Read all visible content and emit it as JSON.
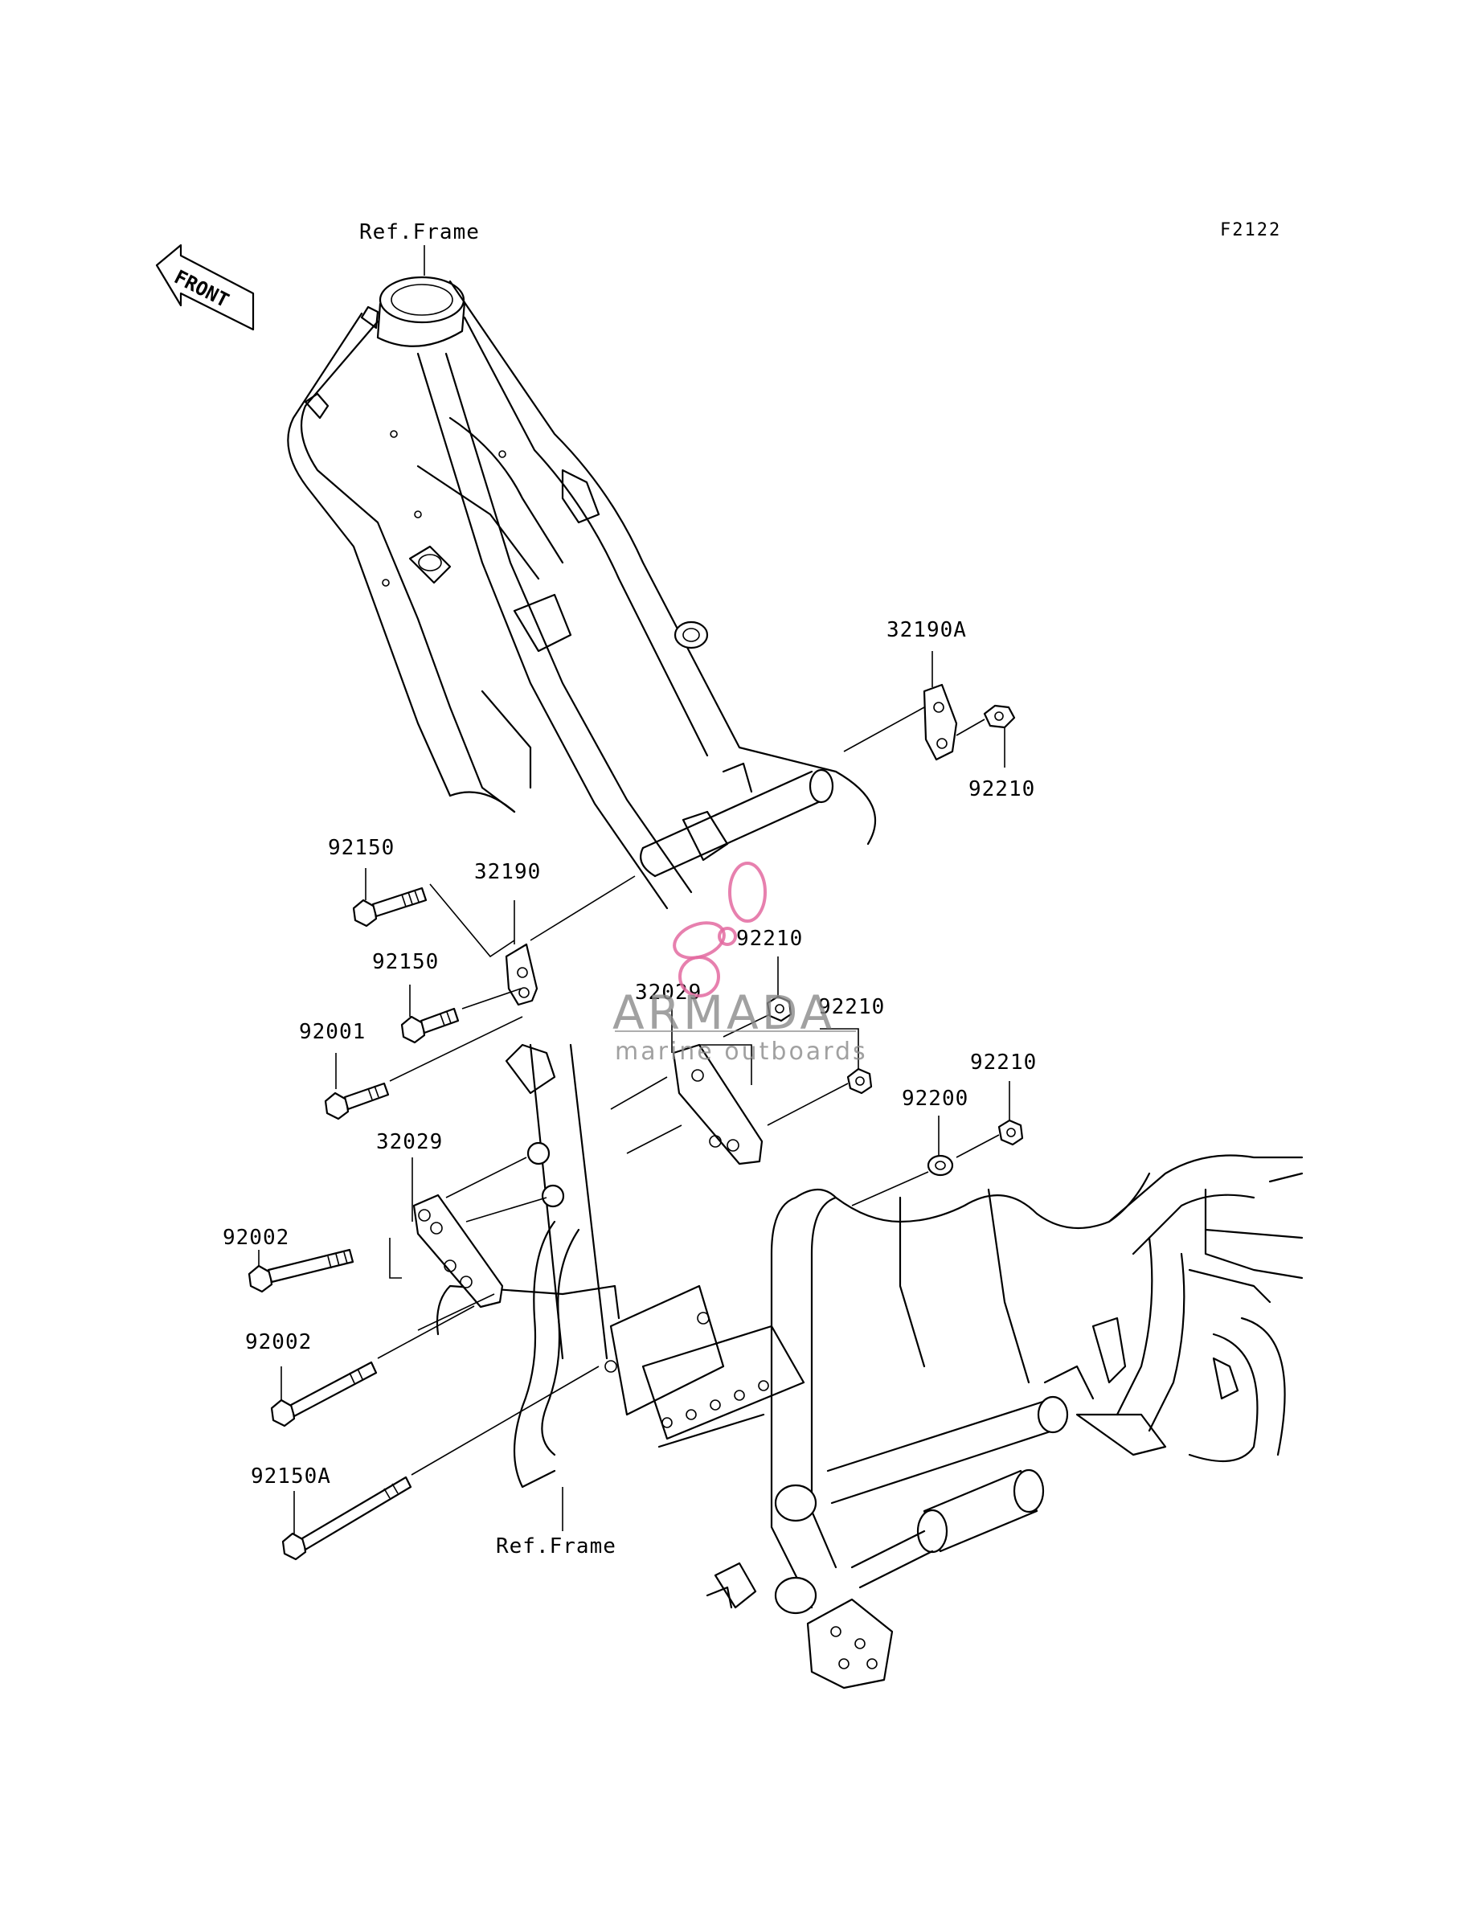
{
  "diagram_code": "F2122",
  "front_arrow_label": "FRONT",
  "ref_frame_top": "Ref.Frame",
  "ref_frame_bottom": "Ref.Frame",
  "watermark": {
    "brand": "ARMADA",
    "tagline": "marine outboards",
    "brand_color": "#e36aa0"
  },
  "parts": {
    "p32190A": "32190A",
    "p92210_top": "92210",
    "p92150_a": "92150",
    "p32190": "32190",
    "p92150_b": "92150",
    "p92210_mid": "92210",
    "p32029_mid": "32029",
    "p92210_right": "92210",
    "p92001": "92001",
    "p92210_far": "92210",
    "p92200": "92200",
    "p32029_left": "32029",
    "p92002_a": "92002",
    "p92002_b": "92002",
    "p92150A": "92150A"
  }
}
